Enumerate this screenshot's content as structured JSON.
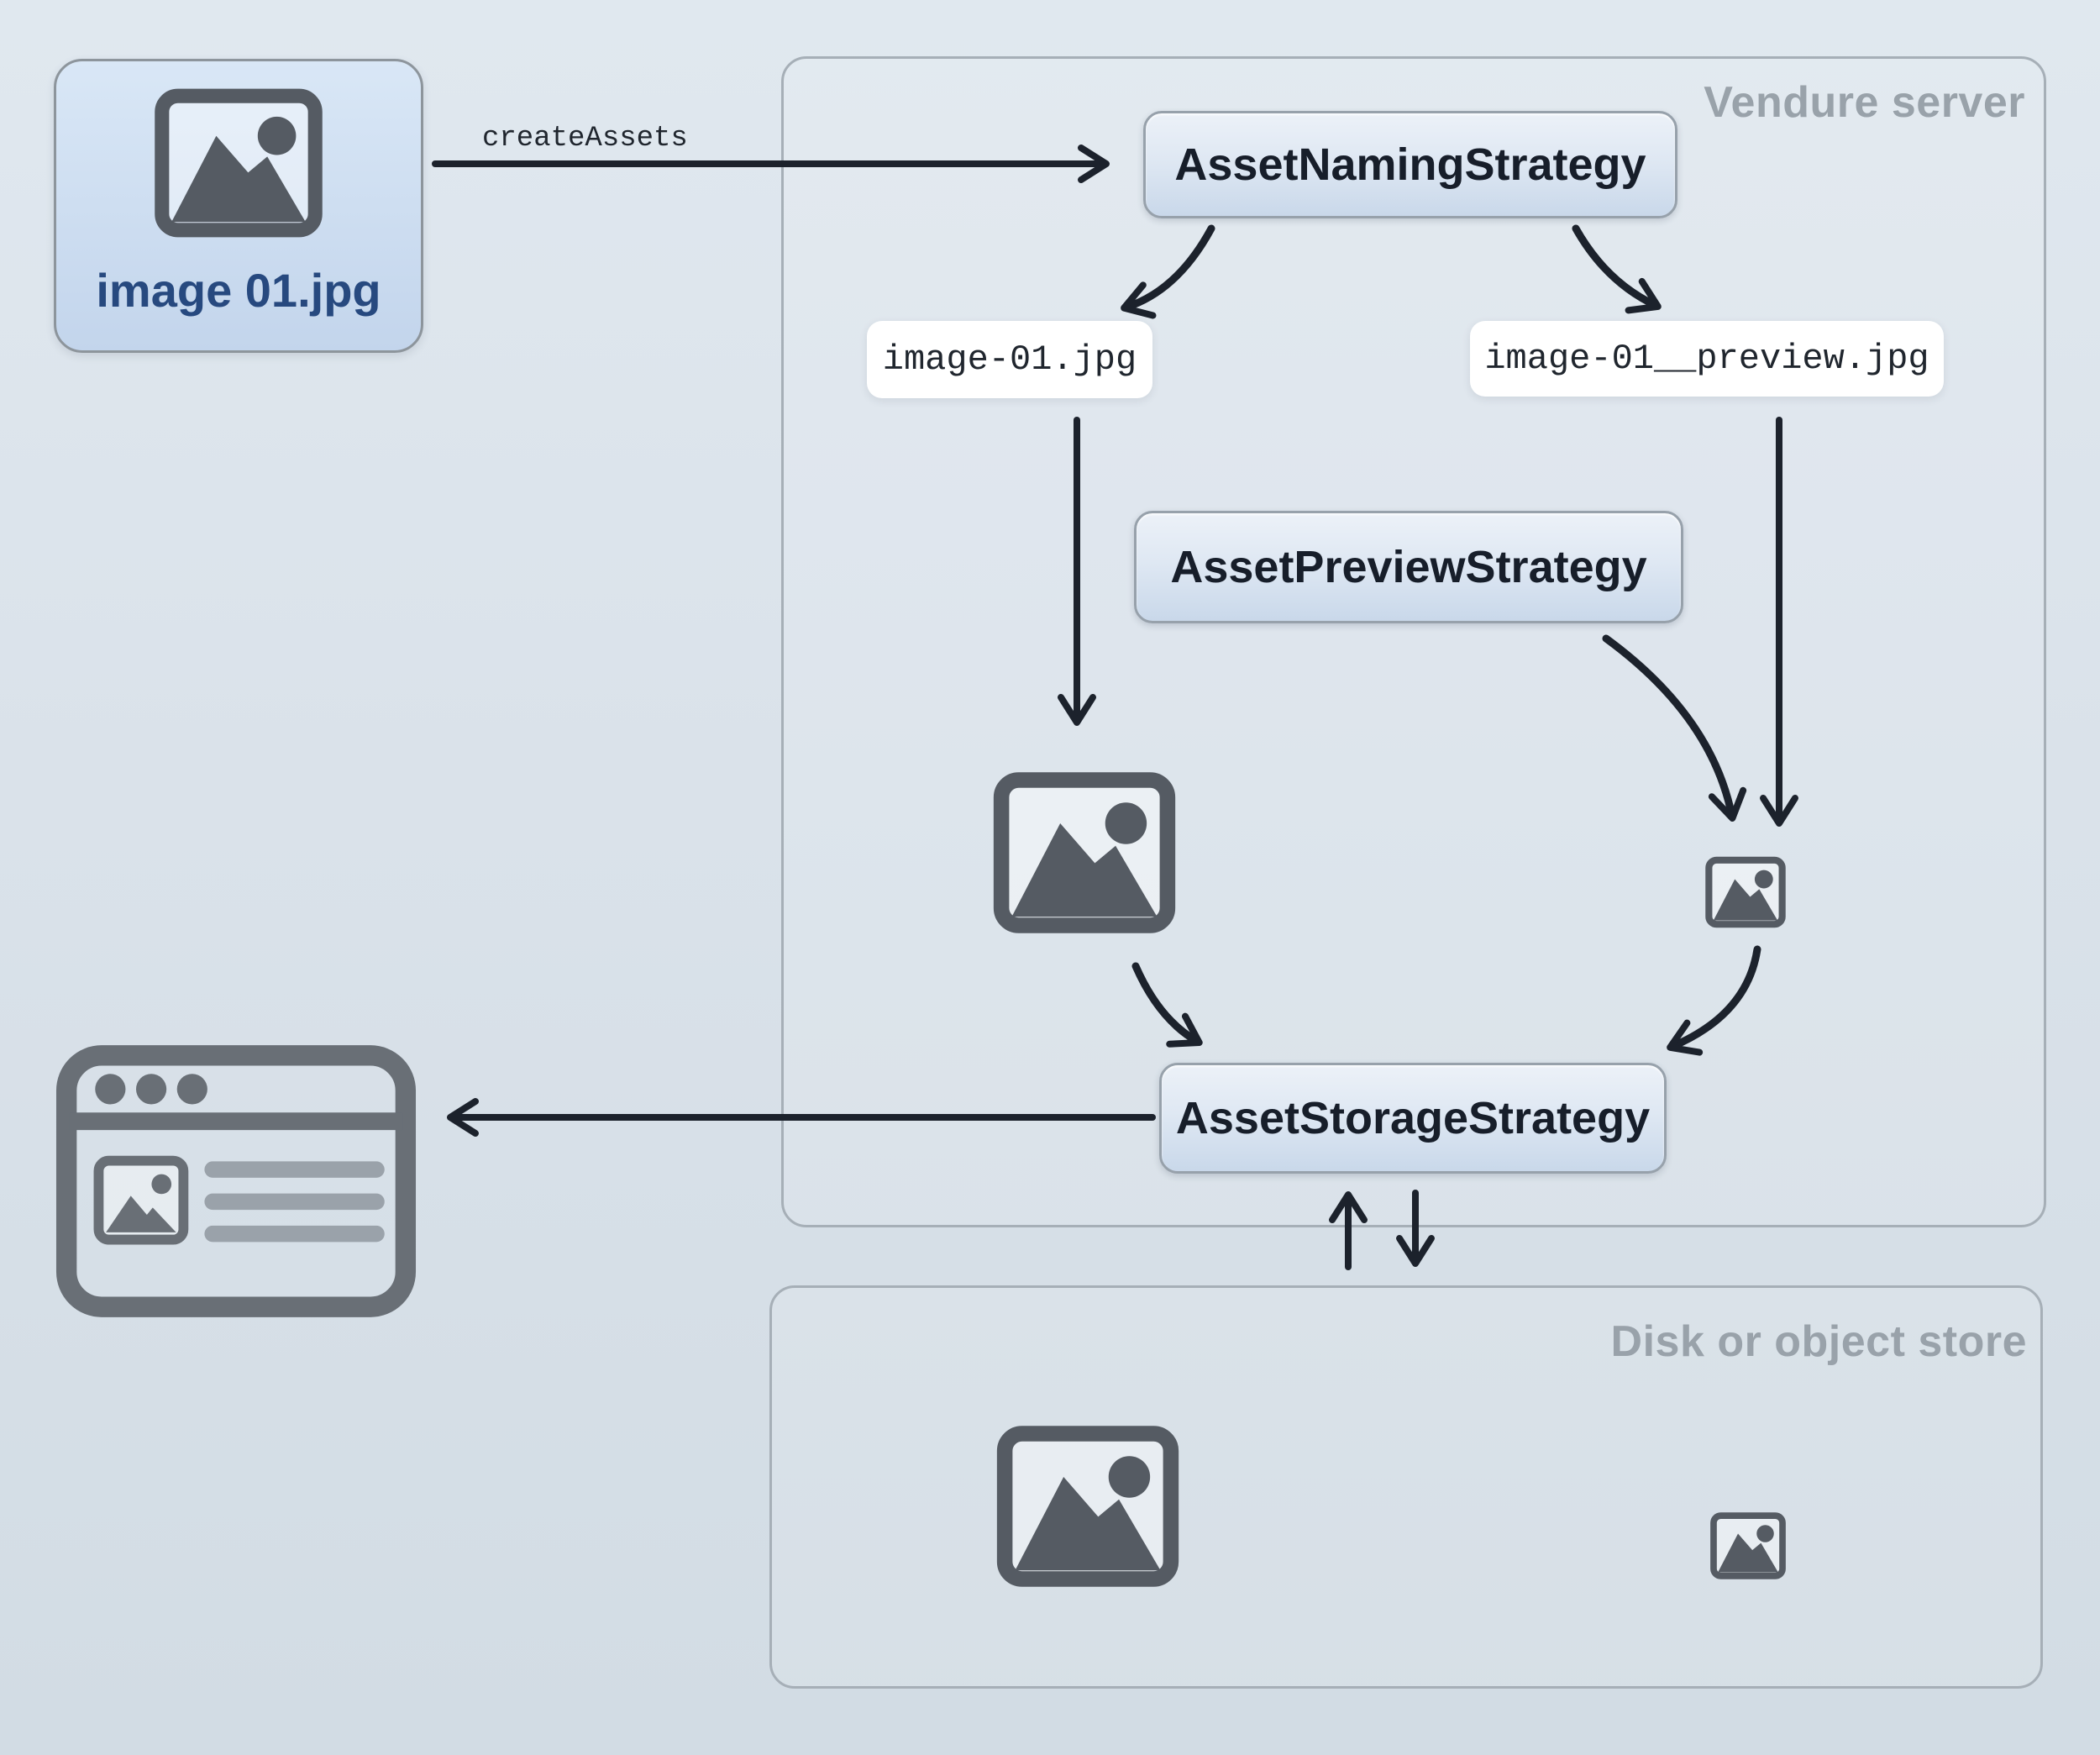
{
  "source_file": {
    "label": "image 01.jpg"
  },
  "flow": {
    "create_assets_label": "createAssets"
  },
  "server": {
    "label": "Vendure server",
    "nodes": {
      "naming": "AssetNamingStrategy",
      "preview_strategy": "AssetPreviewStrategy",
      "storage": "AssetStorageStrategy"
    },
    "files": {
      "original": "image-01.jpg",
      "preview": "image-01__preview.jpg"
    }
  },
  "store": {
    "label": "Disk or object store"
  },
  "icons": {
    "source_card": "image-photo-icon",
    "server_original": "image-photo-icon",
    "server_preview": "image-photo-icon-small",
    "store_original": "image-photo-icon",
    "store_preview": "image-photo-icon-small",
    "client": "browser-window-icon"
  },
  "arrows": [
    {
      "from": "source-file-card",
      "to": "asset-naming-strategy",
      "label": "createAssets"
    },
    {
      "from": "asset-naming-strategy",
      "to": "file-original"
    },
    {
      "from": "asset-naming-strategy",
      "to": "file-preview"
    },
    {
      "from": "file-original",
      "to": "original-image"
    },
    {
      "from": "file-preview",
      "to": "preview-image"
    },
    {
      "from": "asset-preview-strategy",
      "to": "preview-image"
    },
    {
      "from": "original-image",
      "to": "asset-storage-strategy"
    },
    {
      "from": "preview-image",
      "to": "asset-storage-strategy"
    },
    {
      "from": "asset-storage-strategy",
      "to": "browser-client"
    },
    {
      "from": "disk-store",
      "to": "asset-storage-strategy"
    },
    {
      "from": "asset-storage-strategy",
      "to": "disk-store"
    }
  ],
  "colors": {
    "bg-top": "#e0e8ef",
    "bg-bottom": "#d2dce4",
    "container-border": "#a6afb7",
    "container-label": "#99a2aa",
    "node-fill-top": "#ecf1f8",
    "node-fill-bottom": "#c9d8ea",
    "node-border": "#97a1ab",
    "node-text": "#171e2a",
    "chip-bg": "#ffffff",
    "chip-text": "#20262e",
    "card-fill-top": "#d9e7f6",
    "card-fill-bottom": "#c3d5ec",
    "card-border": "#8d959c",
    "card-text": "#27497f",
    "icon-gray": "#555b63",
    "browser-gray": "#696f76",
    "arrow": "#1c222c"
  }
}
